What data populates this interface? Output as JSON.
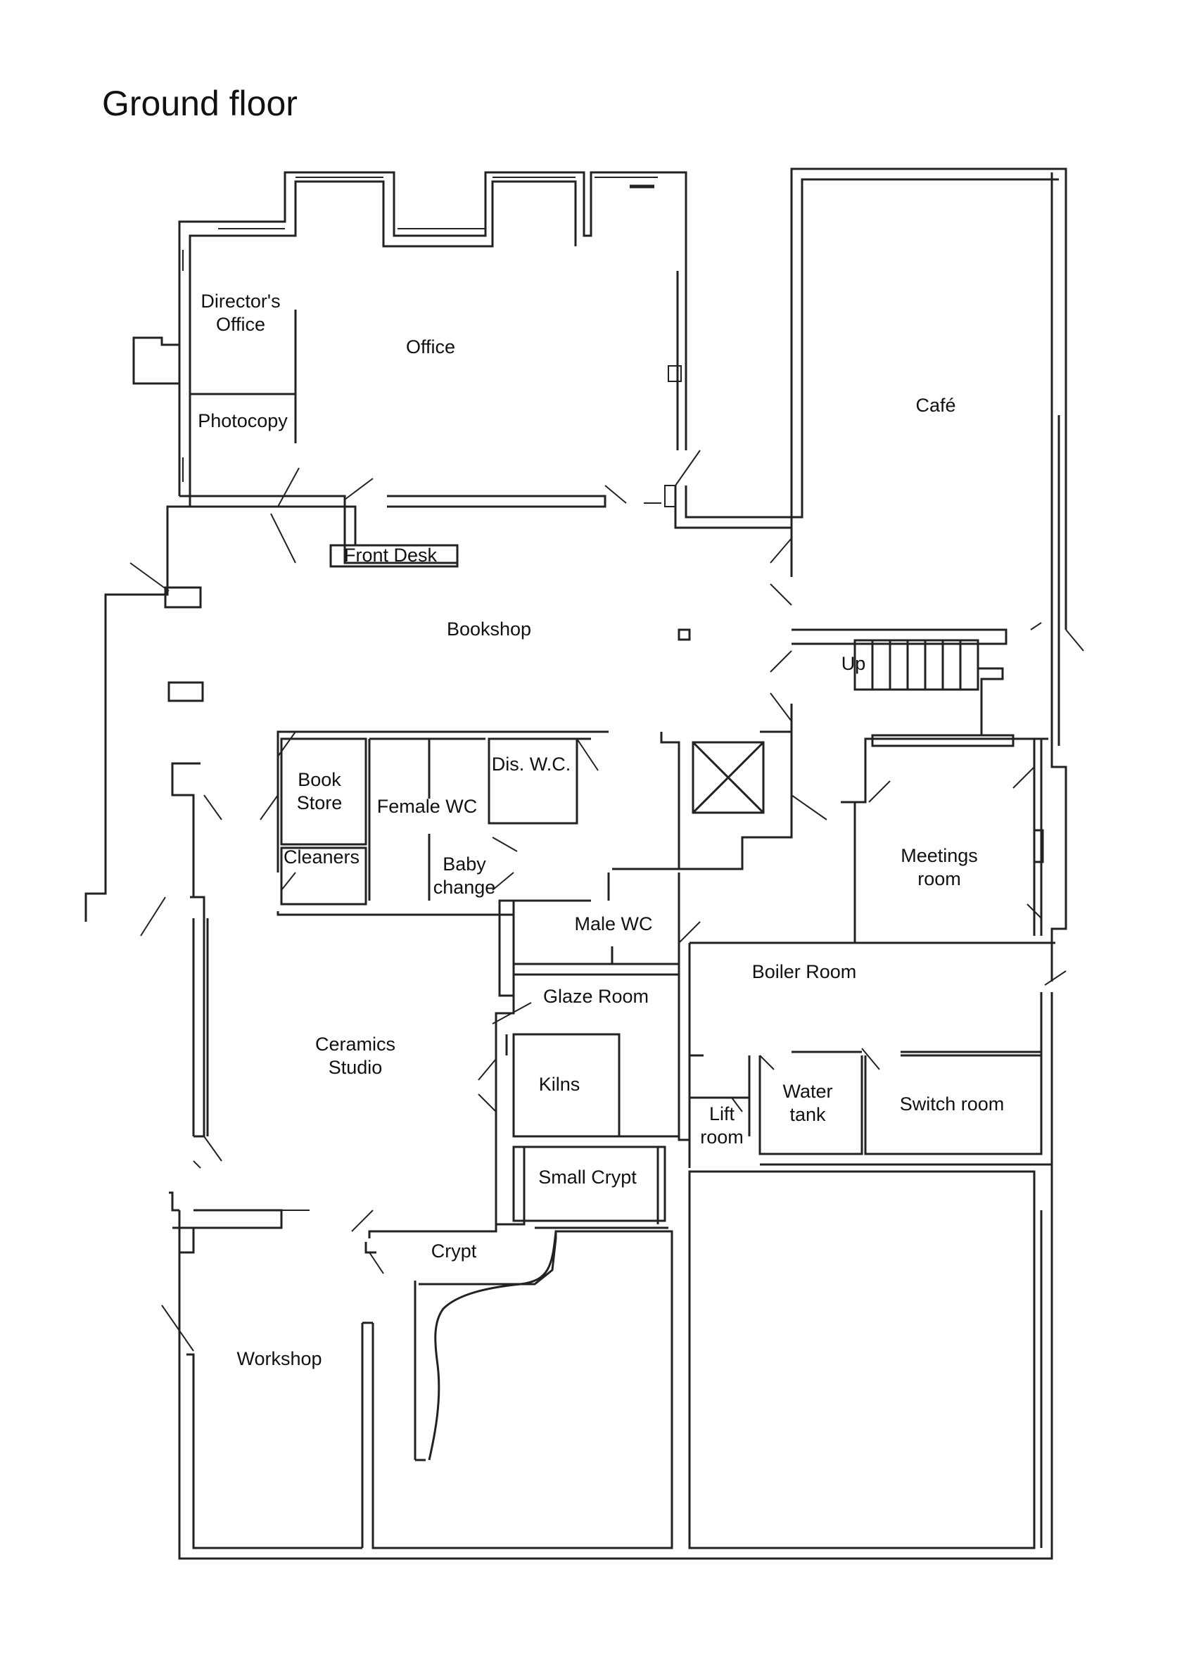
{
  "title": "Ground floor",
  "rooms": {
    "directors_office": [
      "Director's",
      "Office"
    ],
    "office": "Office",
    "photocopy": "Photocopy",
    "cafe": "Café",
    "front_desk": "Front Desk",
    "bookshop": "Bookshop",
    "up": "Up",
    "book_store": [
      "Book",
      "Store"
    ],
    "cleaners": "Cleaners",
    "female_wc": "Female WC",
    "dis_wc": "Dis. W.C.",
    "baby_change": [
      "Baby",
      "change"
    ],
    "male_wc": "Male WC",
    "meetings_room": [
      "Meetings",
      "room"
    ],
    "boiler_room": "Boiler Room",
    "glaze_room": "Glaze Room",
    "ceramics_studio": [
      "Ceramics",
      "Studio"
    ],
    "kilns": "Kilns",
    "lift_room": [
      "Lift",
      "room"
    ],
    "water_tank": [
      "Water",
      "tank"
    ],
    "switch_room": "Switch room",
    "small_crypt": "Small Crypt",
    "crypt": "Crypt",
    "workshop": "Workshop"
  }
}
